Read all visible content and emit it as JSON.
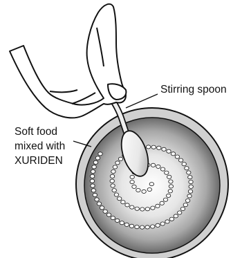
{
  "labels": {
    "spoon": "Stirring spoon",
    "food": [
      "Soft food",
      "mixed with",
      "XURIDEN"
    ]
  },
  "colors": {
    "stroke": "#111111",
    "bowl_rim": "#c8c8c8",
    "bowl_center": "#ffffff",
    "bowl_edge": "#6a6a6a",
    "bead": "#ffffff"
  }
}
